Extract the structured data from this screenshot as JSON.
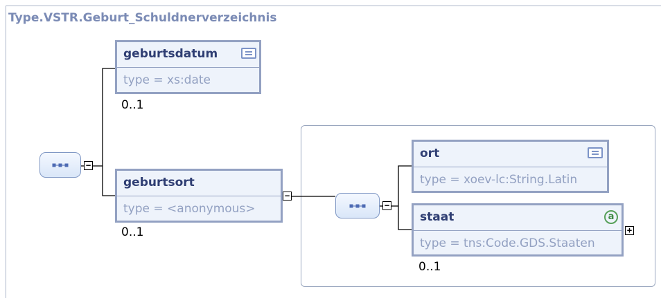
{
  "diagram": {
    "title": "Type.VSTR.Geburt_Schuldnerverzeichnis",
    "elements": {
      "geburtsdatum": {
        "name": "geburtsdatum",
        "type": "type = xs:date",
        "cardinality": "0..1",
        "icon": "documentation-icon"
      },
      "geburtsort": {
        "name": "geburtsort",
        "type": "type = <anonymous>",
        "cardinality": "0..1"
      },
      "ort": {
        "name": "ort",
        "type": "type = xoev-lc:String.Latin",
        "icon": "documentation-icon"
      },
      "staat": {
        "name": "staat",
        "type": "type = tns:Code.GDS.Staaten",
        "cardinality": "0..1",
        "icon": "attribute-icon",
        "attr_glyph": "a"
      }
    },
    "toggles": {
      "collapse": "−",
      "expand": "+"
    },
    "colors": {
      "title": "#7b8bb5",
      "border": "#93a1c2",
      "fill": "#eef3fb",
      "name": "#2f3e73",
      "attr": "#57a05a"
    }
  }
}
